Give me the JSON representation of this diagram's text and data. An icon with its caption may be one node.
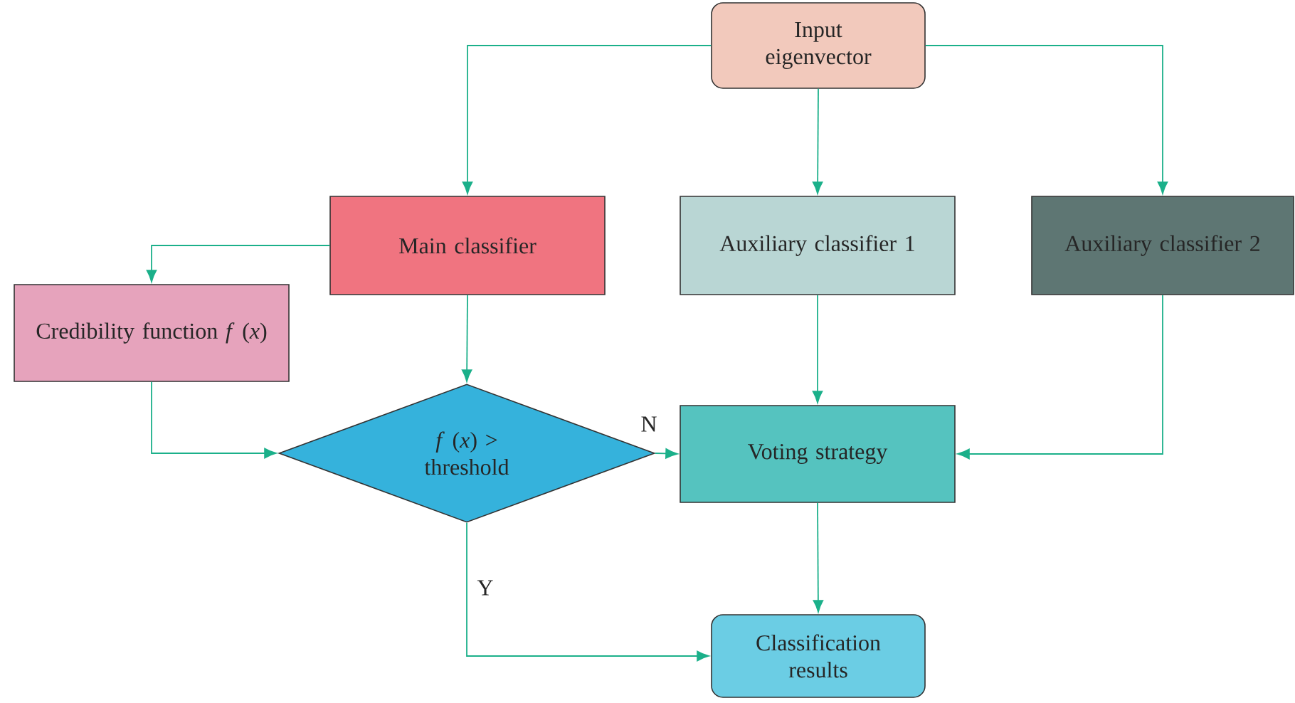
{
  "diagram": {
    "nodes": [
      {
        "text": [
          "Input eigenvector"
        ]
      },
      {
        "text": [
          "Main classifier"
        ]
      },
      {
        "text": [
          "Auxiliary classifier 1"
        ]
      },
      {
        "text": [
          "Auxiliary classifier 2"
        ]
      },
      {
        "text": [
          "Credibility function *f* (*x*)"
        ]
      },
      {
        "text": [
          "*f* (*x*) > threshold"
        ]
      },
      {
        "text": [
          "Voting strategy"
        ]
      },
      {
        "text": [
          "Classification results"
        ]
      }
    ],
    "edges": [
      {
        "from": 0,
        "to": 1,
        "arrow": "to"
      },
      {
        "from": 0,
        "to": 2,
        "arrow": "to"
      },
      {
        "from": 0,
        "to": 3,
        "arrow": "to"
      },
      {
        "from": 1,
        "to": 4,
        "arrow": "to"
      },
      {
        "from": 1,
        "to": 5,
        "arrow": "to"
      },
      {
        "from": 4,
        "to": 5,
        "arrow": "to"
      },
      {
        "from": 5,
        "to": 6,
        "arrow": "to",
        "label": "N"
      },
      {
        "from": 2,
        "to": 6,
        "arrow": "to"
      },
      {
        "from": 3,
        "to": 6,
        "arrow": "to"
      },
      {
        "from": 6,
        "to": 7,
        "arrow": "to"
      },
      {
        "from": 5,
        "to": 7,
        "arrow": "to",
        "label": "Y"
      }
    ]
  }
}
